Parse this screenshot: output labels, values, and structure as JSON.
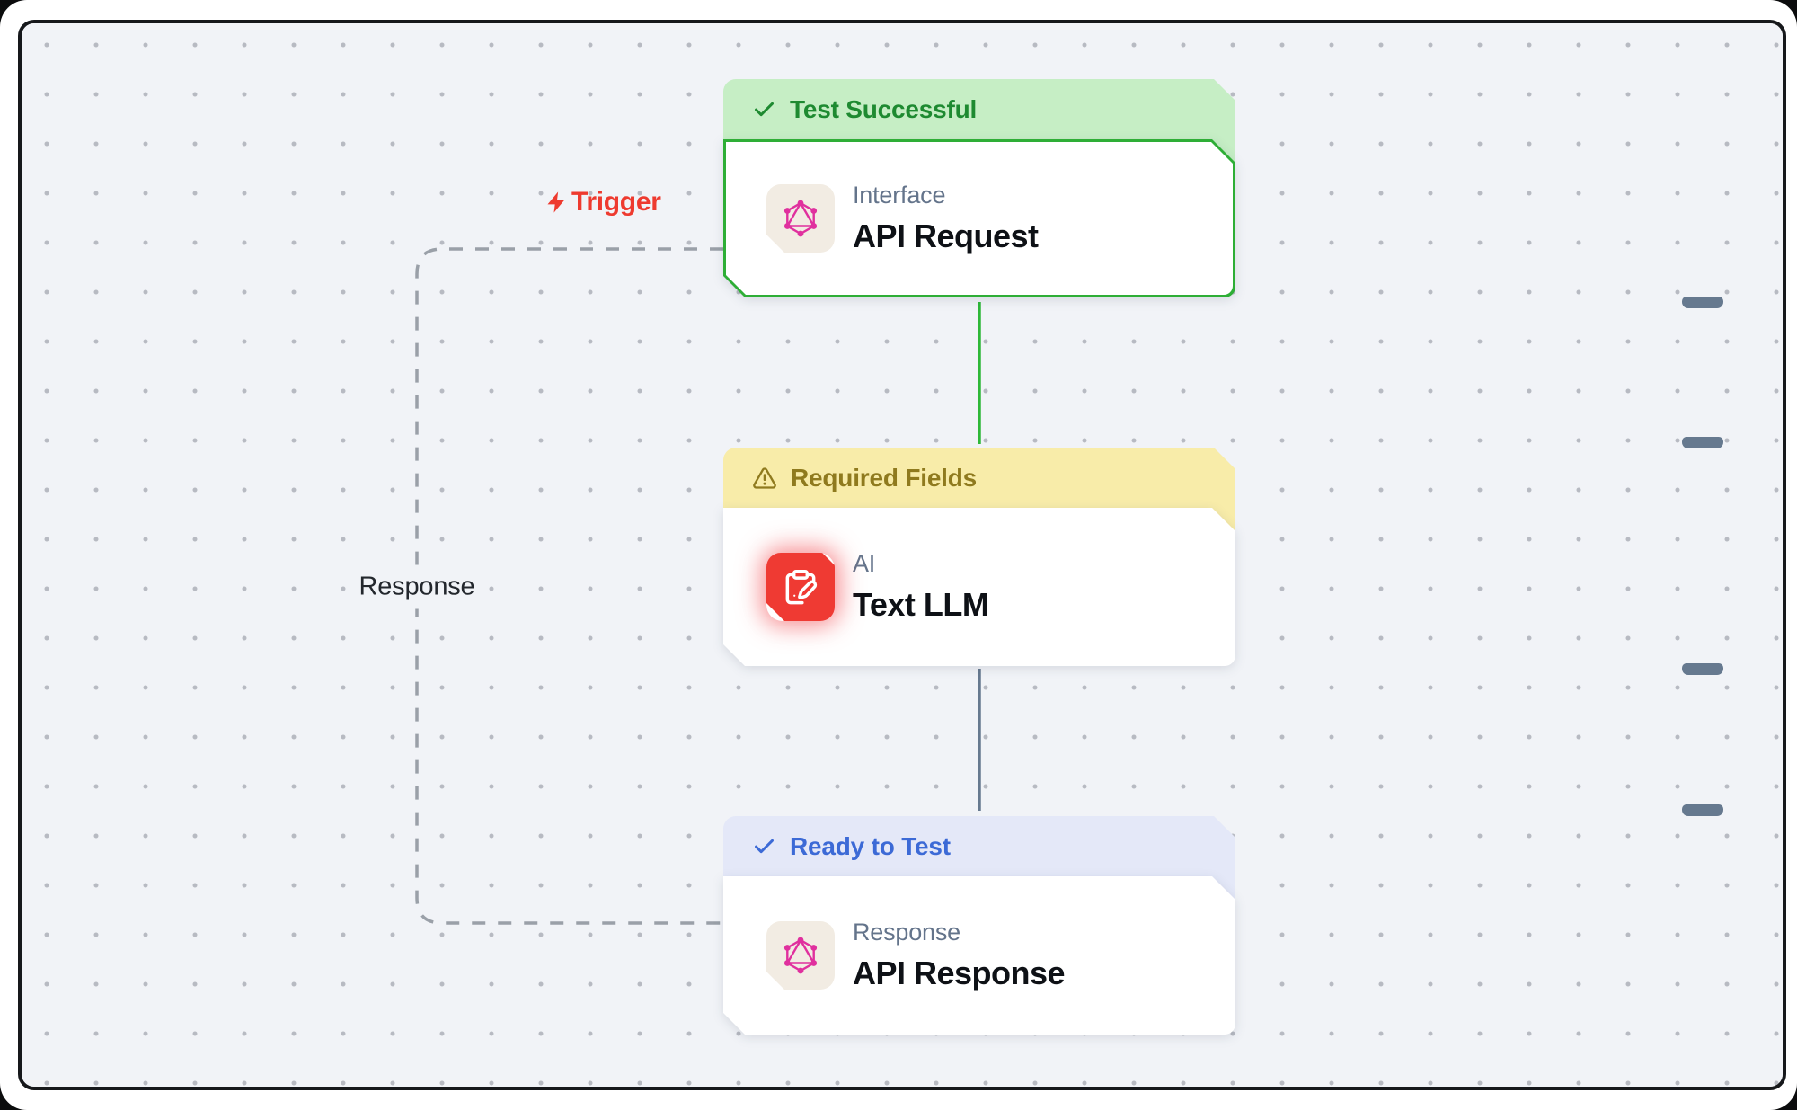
{
  "palette": {
    "success_bg": "#c6eec5",
    "success_text": "#1e8a31",
    "success_border": "#2eae36",
    "warning_bg": "#f8eca9",
    "warning_text": "#8f7a1e",
    "ready_bg": "#e4e8f8",
    "ready_text": "#3c6ad6",
    "edge_green": "#2eb838",
    "edge_gray": "#66798f",
    "edge_dashed": "#9aa0a8",
    "trigger_red": "#ee3a2f",
    "ai_icon_red": "#ef3a33",
    "graphql_pink": "#e0309e"
  },
  "edge_labels": {
    "trigger": "Trigger",
    "response": "Response"
  },
  "nodes": [
    {
      "status_label": "Test Successful",
      "status_icon": "check-icon",
      "category": "Interface",
      "title": "API Request",
      "icon": "graphql-icon"
    },
    {
      "status_label": "Required Fields",
      "status_icon": "warning-icon",
      "category": "AI",
      "title": "Text LLM",
      "icon": "clipboard-pen-icon"
    },
    {
      "status_label": "Ready to Test",
      "status_icon": "check-icon",
      "category": "Response",
      "title": "API Response",
      "icon": "graphql-icon"
    }
  ]
}
